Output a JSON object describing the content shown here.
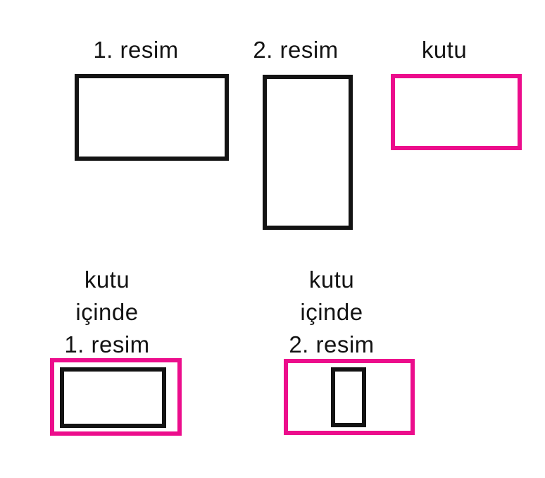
{
  "colors": {
    "background": "#ffffff",
    "ink_black": "#131313",
    "accent_pink": "#EC0D8C"
  },
  "top_row": {
    "resim1": {
      "label": "1. resim"
    },
    "resim2": {
      "label": "2. resim"
    },
    "kutu": {
      "label": "kutu"
    }
  },
  "bottom_row": {
    "combo1": {
      "label_line1": "kutu",
      "label_line2": "içinde",
      "label_line3": "1. resim",
      "label_full": "kutu\niçinde\n1. resim"
    },
    "combo2": {
      "label_line1": "kutu",
      "label_line2": "içinde",
      "label_line3": "2. resim",
      "label_full": "kutu\niçinde\n2. resim"
    }
  }
}
